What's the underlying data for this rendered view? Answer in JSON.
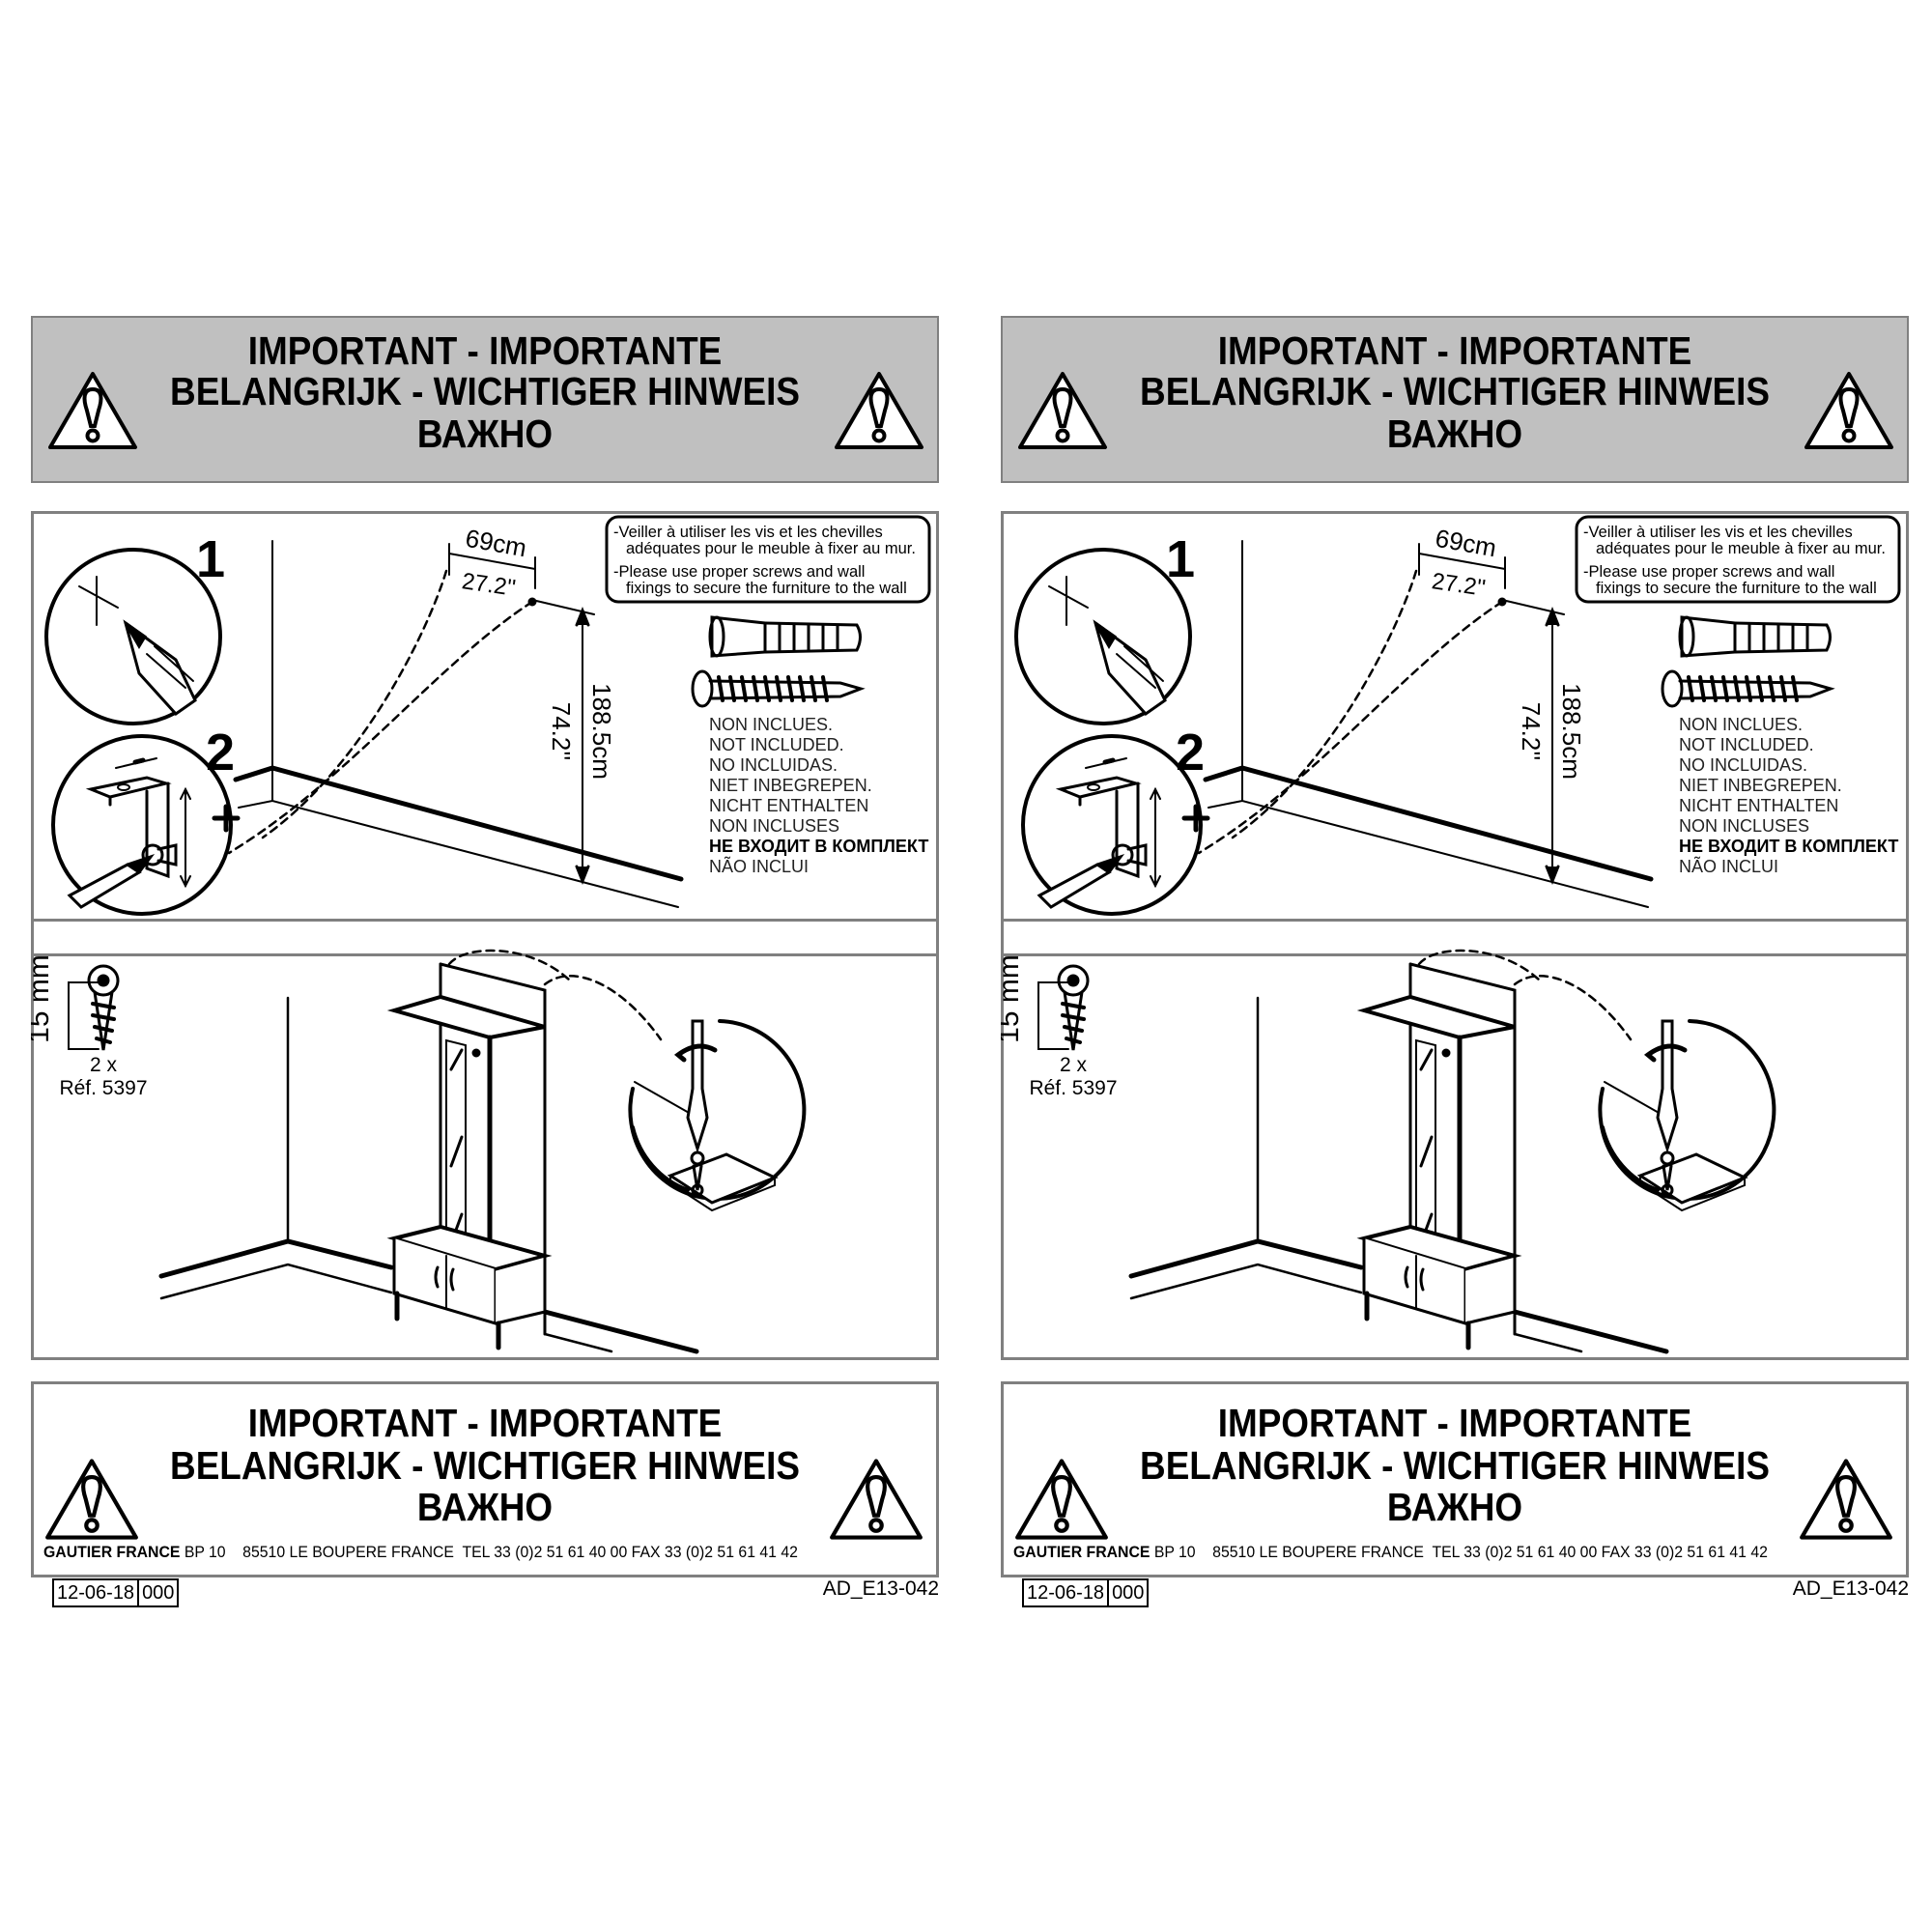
{
  "panels": [
    {
      "banner_top": {
        "line1": "IMPORTANT - IMPORTANTE",
        "line2": "BELANGRIJK - WICHTIGER HINWEIS",
        "line3": "ВАЖНО"
      },
      "step1": {
        "number": "1"
      },
      "step2": {
        "number": "2"
      },
      "dimensions": {
        "width_cm": "69cm",
        "width_in": "27.2''",
        "height_cm": "188.5cm",
        "height_in": "74.2''"
      },
      "note": {
        "fr_line1": "-Veiller à utiliser les vis et les chevilles",
        "fr_line2": "adéquates pour le meuble à fixer au mur.",
        "en_line1": "-Please use proper screws and wall",
        "en_line2": "fixings to secure the furniture to the wall"
      },
      "not_included": [
        "NON INCLUES.",
        "NOT INCLUDED.",
        "NO INCLUIDAS.",
        "NIET INBEGREPEN.",
        "NICHT ENTHALTEN",
        "NON INCLUSES",
        "НЕ ВХОДИТ В КОМПЛЕКТ",
        "NÃO INCLUI"
      ],
      "screw": {
        "length": "15 mm",
        "quantity": "2 x",
        "reference": "Réf. 5397"
      },
      "banner_bottom": {
        "line1": "IMPORTANT - IMPORTANTE",
        "line2": "BELANGRIJK - WICHTIGER HINWEIS",
        "line3": "ВАЖНО"
      },
      "company": {
        "name": "GAUTIER FRANCE",
        "address": "BP 10    85510 LE BOUPERE FRANCE  TEL 33 (0)2 51 61 40 00 FAX 33 (0)2 51 61 41 42"
      },
      "footer": {
        "date": "12-06-18",
        "revision": "000",
        "doc_code": "AD_E13-042"
      }
    },
    {
      "banner_top": {
        "line1": "IMPORTANT - IMPORTANTE",
        "line2": "BELANGRIJK - WICHTIGER HINWEIS",
        "line3": "ВАЖНО"
      },
      "step1": {
        "number": "1"
      },
      "step2": {
        "number": "2"
      },
      "dimensions": {
        "width_cm": "69cm",
        "width_in": "27.2''",
        "height_cm": "188.5cm",
        "height_in": "74.2''"
      },
      "note": {
        "fr_line1": "-Veiller à utiliser les vis et les chevilles",
        "fr_line2": "adéquates pour le meuble à fixer au mur.",
        "en_line1": "-Please use proper screws and wall",
        "en_line2": "fixings to secure the furniture to the wall"
      },
      "not_included": [
        "NON INCLUES.",
        "NOT INCLUDED.",
        "NO INCLUIDAS.",
        "NIET INBEGREPEN.",
        "NICHT ENTHALTEN",
        "NON INCLUSES",
        "НЕ ВХОДИТ В КОМПЛЕКТ",
        "NÃO INCLUI"
      ],
      "screw": {
        "length": "15 mm",
        "quantity": "2 x",
        "reference": "Réf. 5397"
      },
      "banner_bottom": {
        "line1": "IMPORTANT - IMPORTANTE",
        "line2": "BELANGRIJK - WICHTIGER HINWEIS",
        "line3": "ВАЖНО"
      },
      "company": {
        "name": "GAUTIER FRANCE",
        "address": "BP 10    85510 LE BOUPERE FRANCE  TEL 33 (0)2 51 61 40 00 FAX 33 (0)2 51 61 41 42"
      },
      "footer": {
        "date": "12-06-18",
        "revision": "000",
        "doc_code": "AD_E13-042"
      }
    }
  ]
}
